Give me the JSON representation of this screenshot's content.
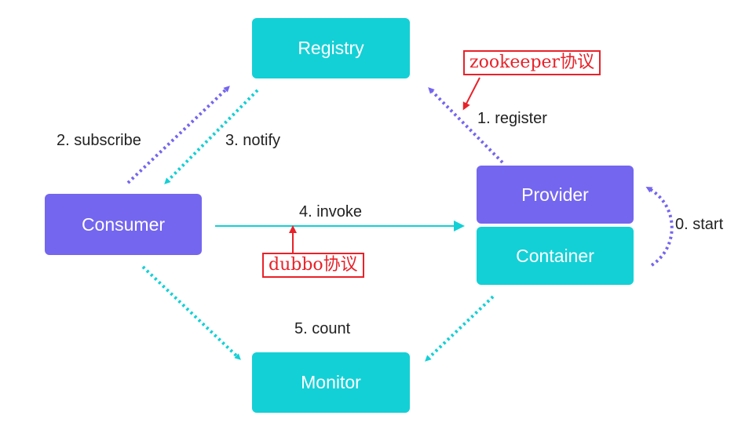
{
  "nodes": {
    "registry": "Registry",
    "consumer": "Consumer",
    "provider": "Provider",
    "container": "Container",
    "monitor": "Monitor"
  },
  "edges": {
    "start": "0. start",
    "register": "1. register",
    "subscribe": "2. subscribe",
    "notify": "3. notify",
    "invoke": "4. invoke",
    "count": "5. count"
  },
  "annotations": {
    "zookeeper": "zookeeper协议",
    "dubbo": "dubbo协议"
  },
  "colors": {
    "teal": "#13d0d6",
    "purple": "#7466ef",
    "annotation_red": "#e8222a"
  }
}
